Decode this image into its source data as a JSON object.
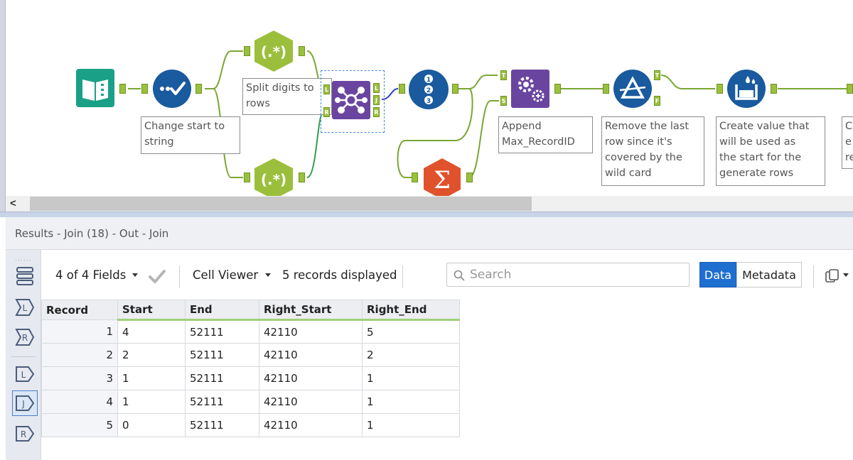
{
  "canvas": {
    "annotations": {
      "formula": "Change start to\nstring",
      "regex": "Split digits to\nrows",
      "append": "Append\nMax_RecordID",
      "filter": "Remove the last\nrow since it's\ncovered by the\nwild card",
      "formula2": "Create value that\nwill be used as\nthe start for the\ngenerate rows",
      "next": "C\ne\nre"
    },
    "anchor_labels": {
      "left": "L",
      "join": "J",
      "right": "R",
      "true": "T",
      "false": "F",
      "source": "S"
    },
    "tool_glyphs": {
      "regex": "(.*)",
      "summarize": "Σ"
    },
    "icons": [
      "book-icon",
      "checkmark-icon",
      "regex-icon",
      "join-icon",
      "record-id-icon",
      "append-fields-icon",
      "summarize-icon",
      "filter-icon",
      "formula-icon"
    ],
    "colors": {
      "input_tool": "#1aa086",
      "prep_tool": "#1a5a9e",
      "parse_tool": "#9bbf3c",
      "join_tool": "#6a45a0",
      "transform_tool": "#e0522b",
      "connector": "#7aa632"
    }
  },
  "scrollbar": {
    "left_arrow": "<"
  },
  "results": {
    "header": "Results - Join (18) - Out - Join",
    "toolbar": {
      "fields_label": "4 of 4 Fields",
      "cell_viewer_label": "Cell Viewer",
      "records_label": "5 records displayed",
      "search_placeholder": "Search",
      "data_button": "Data",
      "metadata_button": "Metadata"
    },
    "side_buttons": [
      "records-icon",
      "left-unjoined-icon",
      "right-unjoined-icon",
      "output-l-icon",
      "output-j-icon",
      "output-r-icon"
    ],
    "table": {
      "columns": [
        "Record",
        "Start",
        "End",
        "Right_Start",
        "Right_End"
      ],
      "rows": [
        [
          "1",
          "4",
          "52111",
          "42110",
          "5"
        ],
        [
          "2",
          "2",
          "52111",
          "42110",
          "2"
        ],
        [
          "3",
          "1",
          "52111",
          "42110",
          "1"
        ],
        [
          "4",
          "1",
          "52111",
          "42110",
          "1"
        ],
        [
          "5",
          "0",
          "52111",
          "42110",
          "1"
        ]
      ]
    }
  }
}
